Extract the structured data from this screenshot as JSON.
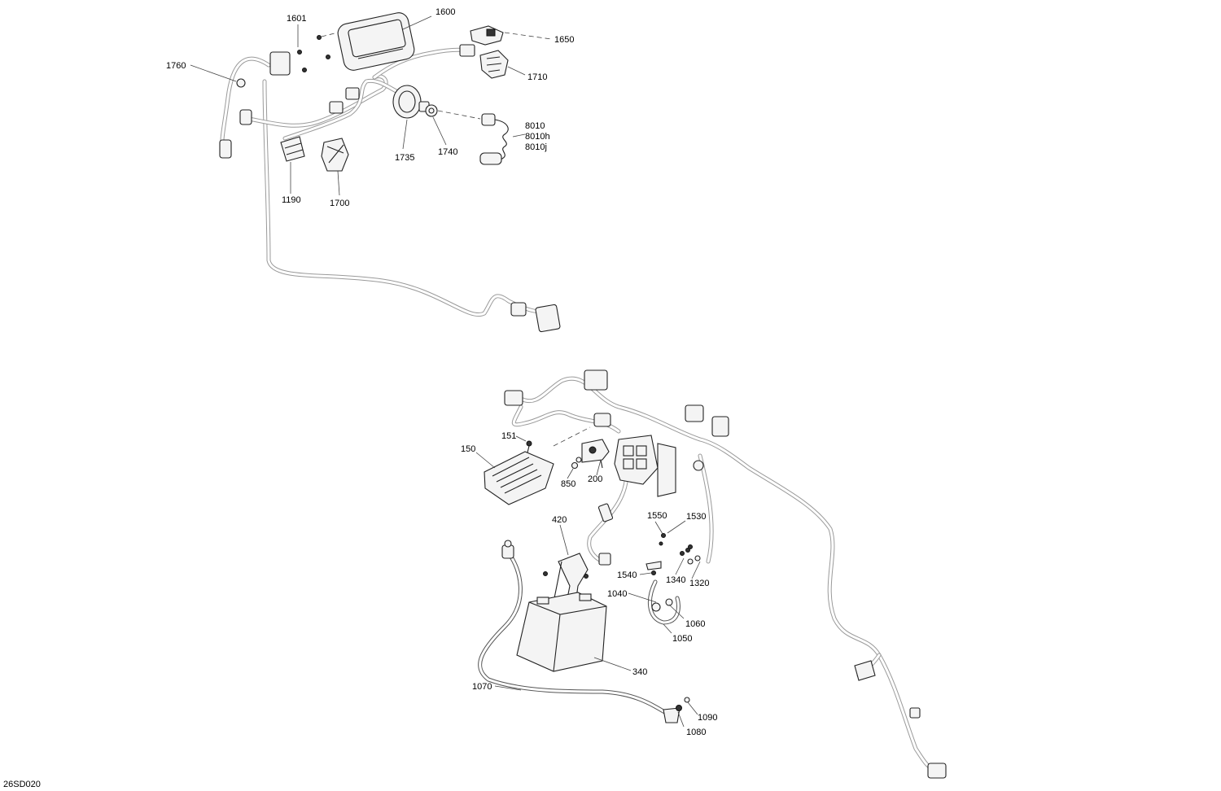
{
  "diagram_code": "26SD020",
  "labels": {
    "l1600": "1600",
    "l1601": "1601",
    "l1650": "1650",
    "l1710": "1710",
    "l1760": "1760",
    "l1735": "1735",
    "l1740": "1740",
    "l8010": "8010",
    "l8010h": "8010h",
    "l8010j": "8010j",
    "l1190": "1190",
    "l1700": "1700",
    "l151": "151",
    "l150": "150",
    "l850": "850",
    "l200": "200",
    "l420": "420",
    "l1550": "1550",
    "l1530": "1530",
    "l1540": "1540",
    "l1340": "1340",
    "l1320": "1320",
    "l1040": "1040",
    "l1060": "1060",
    "l1050": "1050",
    "l340": "340",
    "l1070": "1070",
    "l1090": "1090",
    "l1080": "1080"
  }
}
